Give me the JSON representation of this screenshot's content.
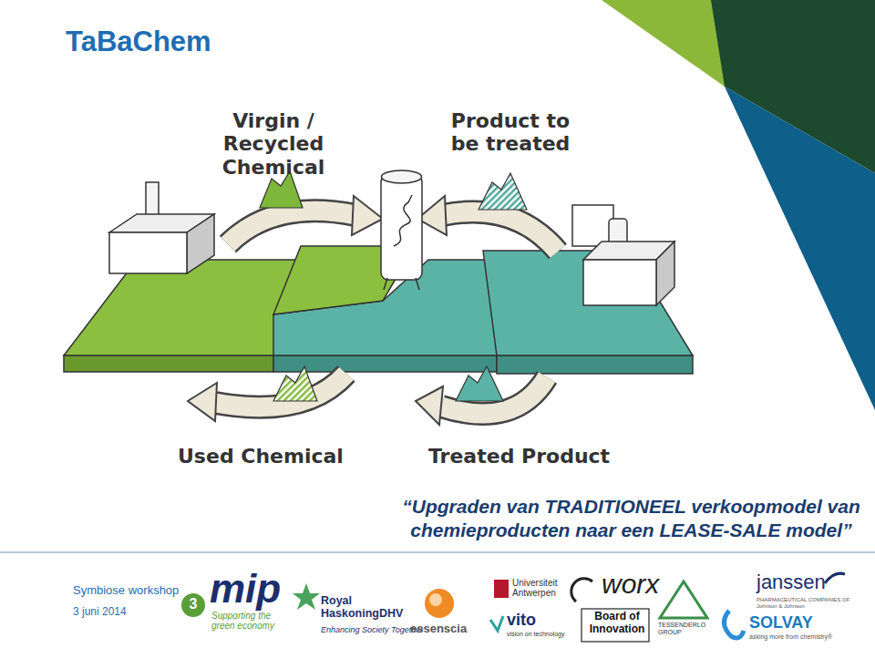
{
  "diagram": {
    "title": "TaBaChem",
    "caption": "“Upgraden van TRADITIONEEL verkoopmodel van chemieproducten naar een LEASE-SALE model”",
    "labels": [
      "Virgin / Recycled Chemical",
      "Product to be treated",
      "Used Chemical",
      "Treated Product",
      "Symbiose workshop",
      "3 juni 2014",
      "3",
      "mip",
      "Supporting the green economy",
      "Royal HaskoningDHV",
      "Enhancing Society Together",
      "essenscia",
      "Universiteit Antwerpen",
      "worx",
      "vito",
      "vision on technology",
      "Board of Innovation",
      "TESSENDERLO GROUP",
      "janssen",
      "PHARMACEUTICAL COMPANIES OF Johnson & Johnson",
      "SOLVAY",
      "asking more from chemistry®"
    ]
  }
}
